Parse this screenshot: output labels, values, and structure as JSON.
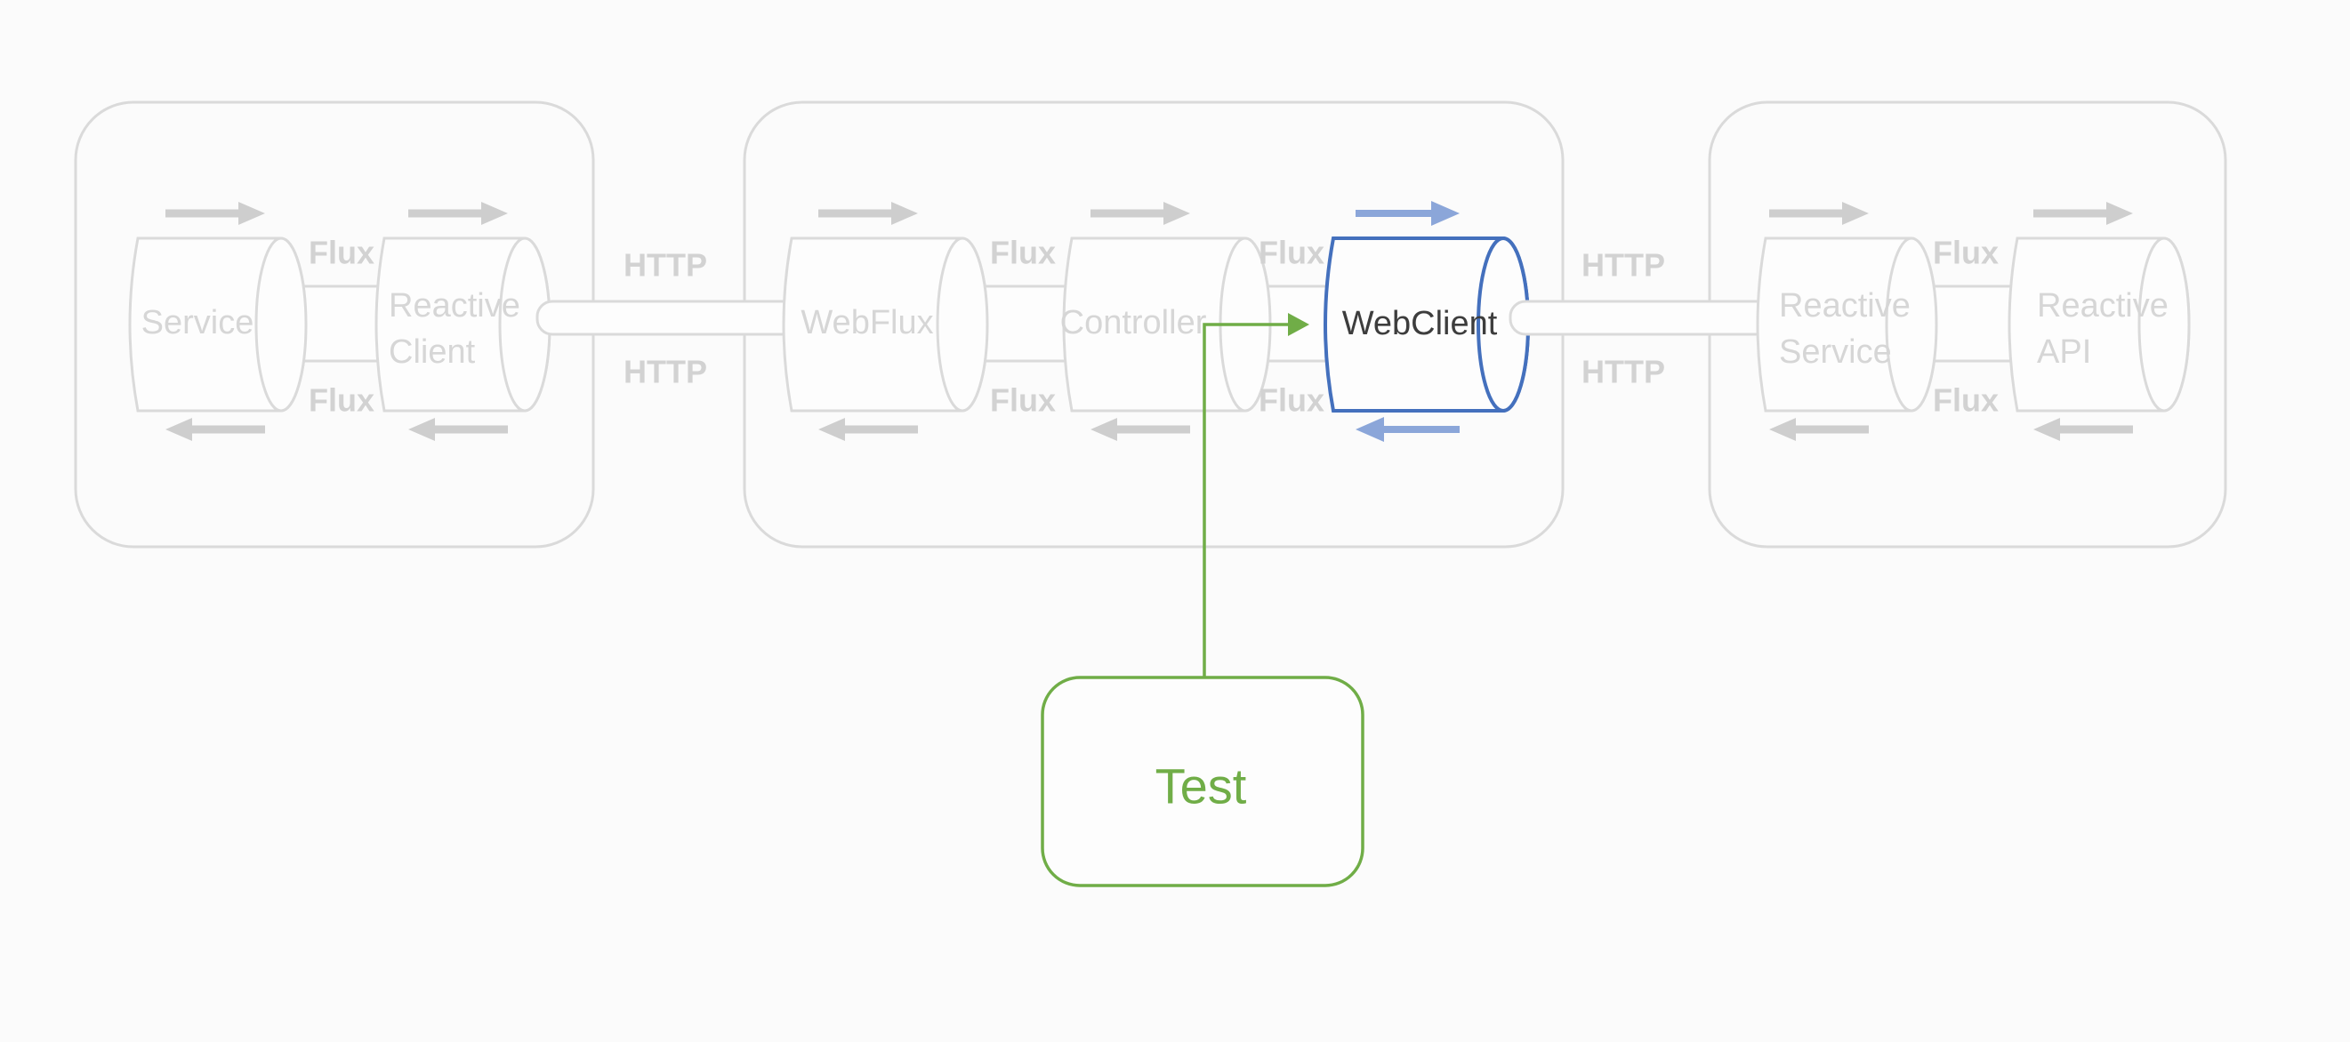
{
  "colors": {
    "background": "#fbfbfb",
    "faded_stroke": "#dadada",
    "faded_text": "#d6d6d6",
    "faded_bold_text": "#d2d2d2",
    "faded_arrow": "#cecece",
    "highlight_blue": "#4470bd",
    "arrow_blue": "#8ba6d9",
    "green": "#70ad47",
    "dark_text": "#3d3d3d"
  },
  "diagram": {
    "flux_label": "Flux",
    "http_label": "HTTP",
    "groups": [
      {
        "id": "client-application",
        "cylinders": [
          {
            "id": "service",
            "lines": [
              "Service"
            ]
          },
          {
            "id": "reactive-client",
            "lines": [
              "Reactive",
              "Client"
            ]
          }
        ]
      },
      {
        "id": "server-application",
        "cylinders": [
          {
            "id": "webflux",
            "lines": [
              "WebFlux"
            ]
          },
          {
            "id": "controller",
            "lines": [
              "Controller"
            ]
          },
          {
            "id": "webclient",
            "lines": [
              "WebClient"
            ],
            "highlighted": true
          }
        ]
      },
      {
        "id": "remote-service",
        "cylinders": [
          {
            "id": "reactive-service",
            "lines": [
              "Reactive",
              "Service"
            ]
          },
          {
            "id": "reactive-api",
            "lines": [
              "Reactive",
              "API"
            ]
          }
        ]
      }
    ],
    "test_box": {
      "label": "Test"
    }
  }
}
